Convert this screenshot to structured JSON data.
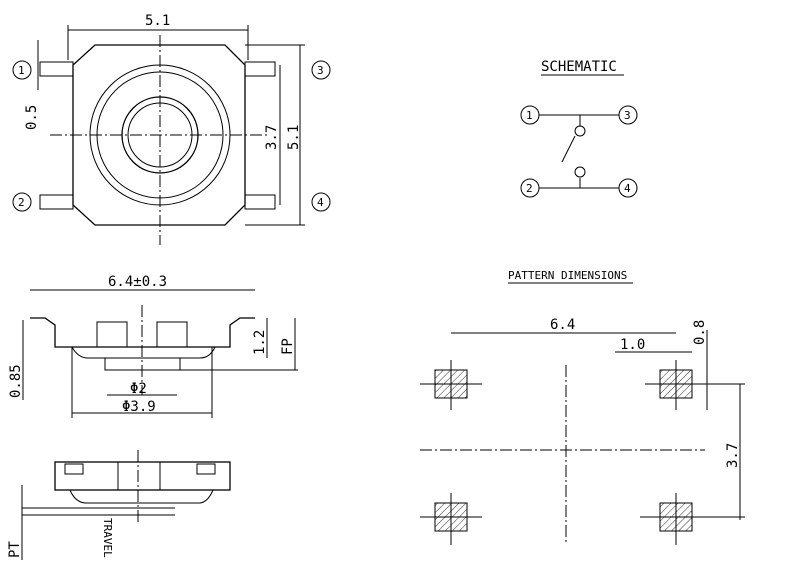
{
  "top_view": {
    "width_dim": "5.1",
    "height_dim": "5.1",
    "inner_dim": "3.7",
    "pin_dim": "0.5",
    "pins": [
      "1",
      "2",
      "3",
      "4"
    ]
  },
  "side_view": {
    "width_dim": "6.4±0.3",
    "height_dim": "1.2",
    "base_dim": "0.85",
    "fp_label": "FP",
    "phi2": "Φ2",
    "phi39": "Φ3.9"
  },
  "bottom_view": {
    "pt_label": "PT",
    "travel_label": "TRAVEL"
  },
  "schematic": {
    "title": "SCHEMATIC",
    "pins": [
      "1",
      "3",
      "2",
      "4"
    ]
  },
  "pattern": {
    "title": "PATTERN DIMENSIONS",
    "width_dim": "6.4",
    "pad_dim": "1.0",
    "pad_h_dim": "0.8",
    "height_dim": "3.7"
  }
}
